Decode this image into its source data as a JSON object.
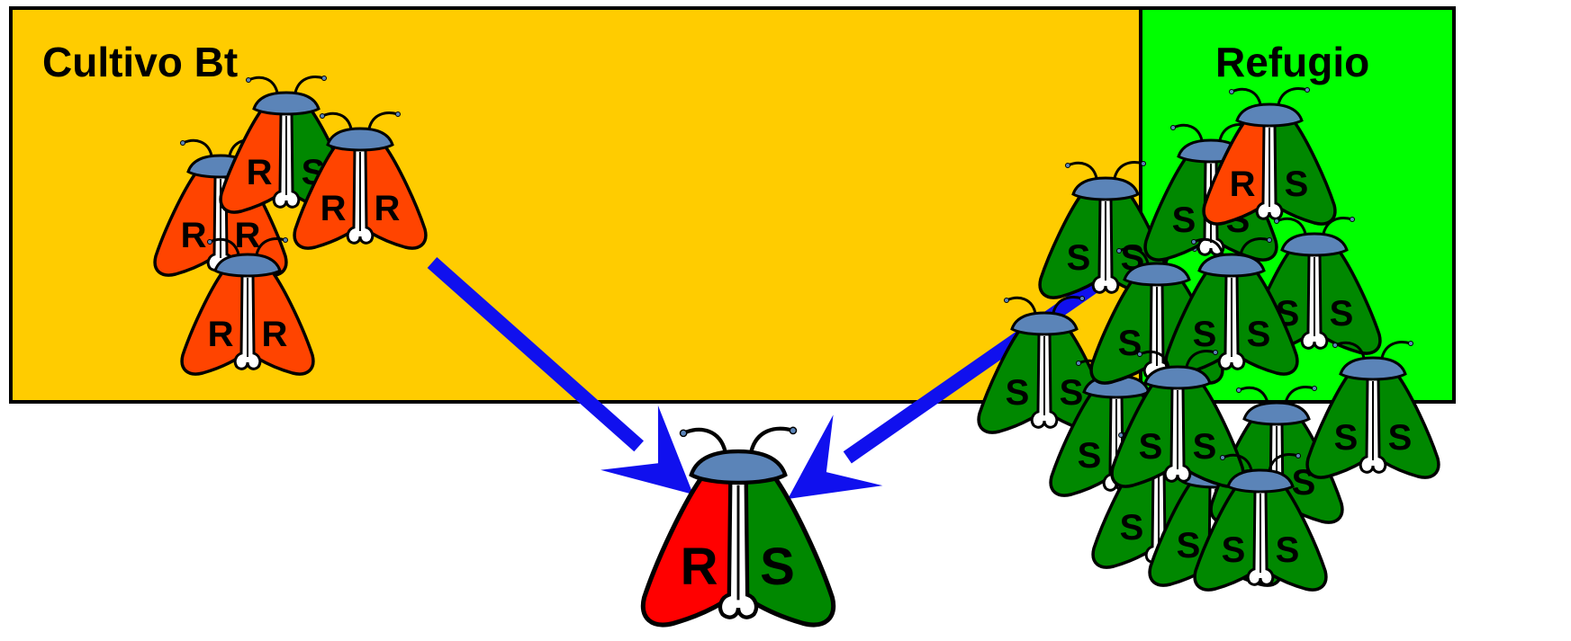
{
  "regions": {
    "bt_crop": {
      "label": "Cultivo Bt",
      "color": "#FFCC00"
    },
    "refuge": {
      "label": "Refugio",
      "color": "#00FF00"
    }
  },
  "colors": {
    "resistant": "#FF4400",
    "resistant_offspring": "#FF0000",
    "susceptible": "#008800",
    "head": "#5B84B8",
    "arrow": "#1010EE"
  },
  "alleles": {
    "resistant": "R",
    "susceptible": "S"
  },
  "moths": {
    "bt": [
      [
        "R",
        "S"
      ],
      [
        "R",
        "R"
      ],
      [
        "R",
        "R"
      ],
      [
        "R",
        "R"
      ]
    ],
    "refuge": [
      [
        "R",
        "S"
      ],
      [
        "S",
        "S"
      ],
      [
        "S",
        "S"
      ],
      [
        "S",
        "S"
      ],
      [
        "S",
        "S"
      ],
      [
        "S",
        "S"
      ],
      [
        "S",
        "S"
      ],
      [
        "S",
        "S"
      ],
      [
        "S",
        "S"
      ],
      [
        "S",
        "S"
      ],
      [
        "S",
        "S"
      ],
      [
        "S",
        "S"
      ],
      [
        "S",
        "S"
      ],
      [
        "S",
        "S"
      ]
    ],
    "offspring": [
      "R",
      "S"
    ]
  },
  "arrows": [
    {
      "from": "bt_crop",
      "to": "offspring"
    },
    {
      "from": "refuge",
      "to": "offspring"
    }
  ]
}
